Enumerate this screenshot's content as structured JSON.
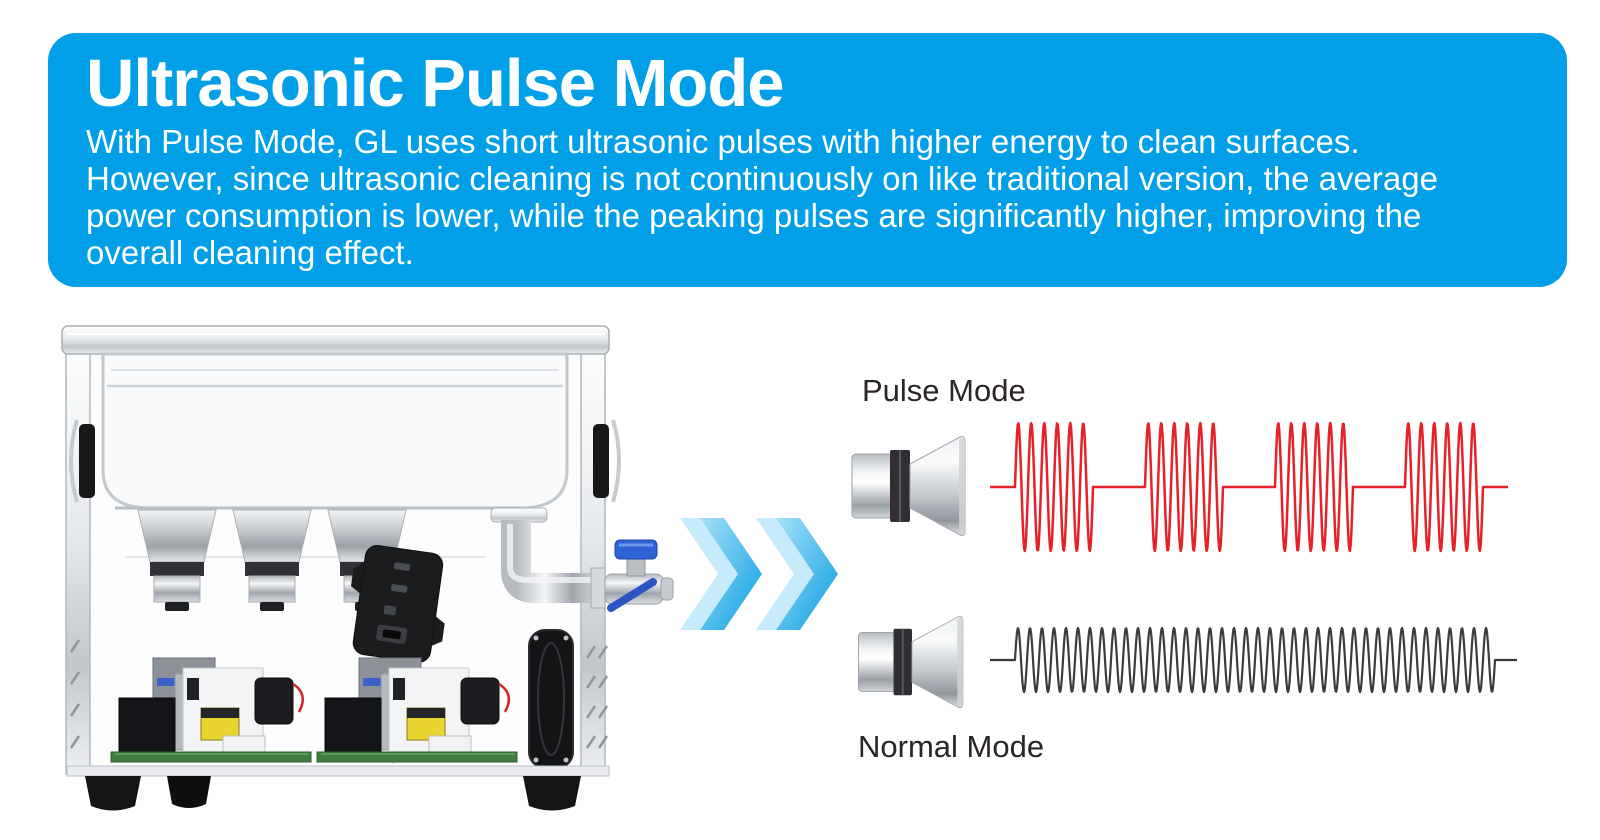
{
  "banner": {
    "title": "Ultrasonic Pulse Mode",
    "body_lines": [
      "With Pulse Mode, GL uses short ultrasonic pulses with higher energy to clean surfaces.",
      "However, since ultrasonic cleaning is not continuously on like traditional version, the average",
      "power consumption is lower, while the peaking pulses are significantly higher, improving the",
      "overall cleaning effect."
    ],
    "bg_color": "#019fe8",
    "text_color": "#ffffff"
  },
  "modes": {
    "label_color": "#2b2523",
    "pulse": {
      "label": "Pulse Mode",
      "wave": {
        "type": "pulsed-sine",
        "color": "#e62129",
        "bursts": 4,
        "cycles_per_burst": 6,
        "burst_width": 78,
        "gap_width": 52,
        "lead": 25,
        "tail": 25,
        "amplitude": 64,
        "baseline": 72,
        "stroke_width": 2.5
      }
    },
    "normal": {
      "label": "Normal Mode",
      "wave": {
        "type": "continuous-sine",
        "color": "#3e3a39",
        "cycles": 40,
        "wave_width": 480,
        "lead": 25,
        "tail": 22,
        "amplitude": 32,
        "baseline": 40,
        "stroke_width": 2.2
      }
    }
  },
  "colors": {
    "banner_blue": "#019fe8",
    "chevron_light": "#c7ebfa",
    "chevron_gradient_start": "#a5e0f8",
    "chevron_gradient_end": "#0b9ee2",
    "valve_handle_blue": "#2e63d6",
    "pcb_green": "#3f7d3f",
    "transformer_yellow": "#e9d430"
  }
}
